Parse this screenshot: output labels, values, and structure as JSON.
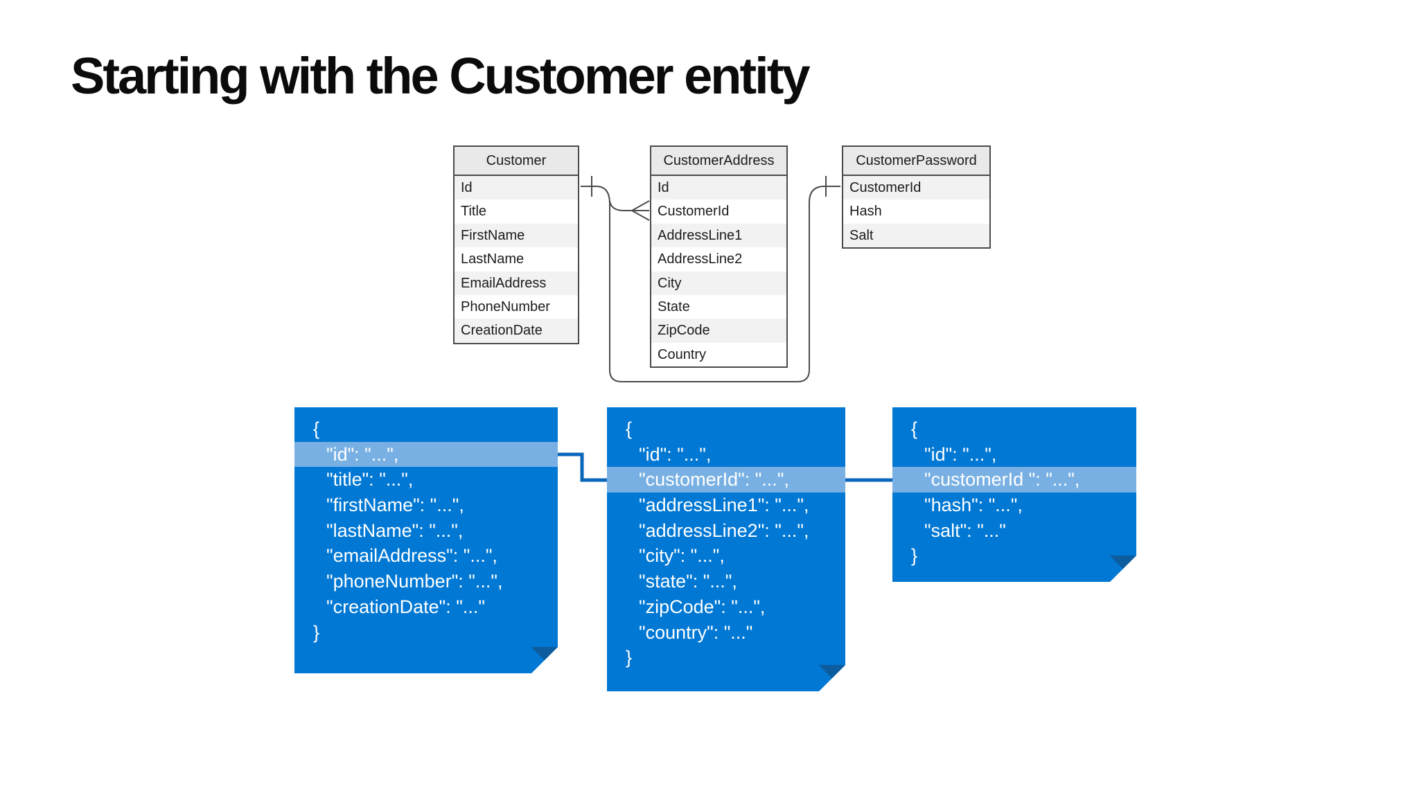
{
  "slide": {
    "title": "Starting with the Customer entity"
  },
  "colors": {
    "accent_blue": "#0078d4",
    "highlight_blue": "#79b0e3",
    "fold_blue": "#0d5c9e",
    "connector_blue": "#0866bb",
    "er_line_gray": "#4a4a4a",
    "er_header_gray": "#e9e9e9",
    "er_altrow_gray": "#f2f2f2"
  },
  "er_tables": [
    {
      "name": "Customer",
      "fields": [
        "Id",
        "Title",
        "FirstName",
        "LastName",
        "EmailAddress",
        "PhoneNumber",
        "CreationDate"
      ]
    },
    {
      "name": "CustomerAddress",
      "fields": [
        "Id",
        "CustomerId",
        "AddressLine1",
        "AddressLine2",
        "City",
        "State",
        "ZipCode",
        "Country"
      ]
    },
    {
      "name": "CustomerPassword",
      "fields": [
        "CustomerId",
        "Hash",
        "Salt"
      ]
    }
  ],
  "relationships": [
    {
      "from": "Customer.Id",
      "to": "CustomerAddress.CustomerId",
      "cardinality": "one-to-many"
    },
    {
      "from": "Customer.Id",
      "to": "CustomerPassword.CustomerId",
      "cardinality": "one-to-one"
    }
  ],
  "documents": [
    {
      "name": "customer-document",
      "highlight_index": 1,
      "lines": [
        "{",
        "\"id\": \"...\",",
        "\"title\": \"...\",",
        "\"firstName\": \"...\",",
        "\"lastName\": \"...\",",
        "\"emailAddress\": \"...\",",
        "\"phoneNumber\": \"...\",",
        "\"creationDate\": \"...\"",
        "}"
      ]
    },
    {
      "name": "customer-address-document",
      "highlight_index": 2,
      "lines": [
        "{",
        "\"id\": \"...\",",
        "\"customerId\": \"...\",",
        "\"addressLine1\": \"...\",",
        "\"addressLine2\": \"...\",",
        "\"city\": \"...\",",
        "\"state\": \"...\",",
        "\"zipCode\": \"...\",",
        "\"country\": \"...\"",
        "}"
      ]
    },
    {
      "name": "customer-password-document",
      "highlight_index": 2,
      "lines": [
        "{",
        "\"id\": \"...\",",
        "\"customerId \": \"...\",",
        "\"hash\": \"...\",",
        "\"salt\": \"...\"",
        "}"
      ]
    }
  ]
}
